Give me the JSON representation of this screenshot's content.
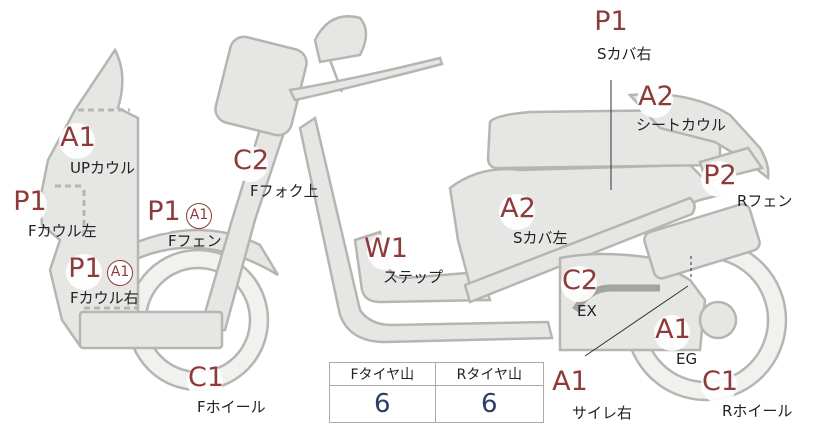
{
  "labels": {
    "s_cover_right": {
      "grade": "P1",
      "name": "Sカバ右"
    },
    "seat_cowl": {
      "grade": "A2",
      "name": "シートカウル"
    },
    "r_fender": {
      "grade": "P2",
      "name": "Rフェン"
    },
    "up_cowl": {
      "grade": "A1",
      "name": "UPカウル"
    },
    "f_cowl_left": {
      "grade": "P1",
      "name": "Fカウル左"
    },
    "f_cowl_right": {
      "grade": "P1",
      "sub": "A1",
      "name": "Fカウル右"
    },
    "f_fender": {
      "grade": "P1",
      "sub": "A1",
      "name": "Fフェン"
    },
    "f_fork_upper": {
      "grade": "C2",
      "name": "Fフォク上"
    },
    "step": {
      "grade": "W1",
      "name": "ステップ"
    },
    "s_cover_left": {
      "grade": "A2",
      "name": "Sカバ左"
    },
    "ex": {
      "grade": "C2",
      "name": "EX"
    },
    "eg": {
      "grade": "A1",
      "name": "EG"
    },
    "f_wheel": {
      "grade": "C1",
      "name": "Fホイール"
    },
    "r_wheel": {
      "grade": "C1",
      "name": "Rホイール"
    },
    "muffler_right": {
      "grade": "A1",
      "name": "サイレ右"
    }
  },
  "tires": {
    "front_label": "Fタイヤ山",
    "rear_label": "Rタイヤ山",
    "front_value": "6",
    "rear_value": "6"
  }
}
